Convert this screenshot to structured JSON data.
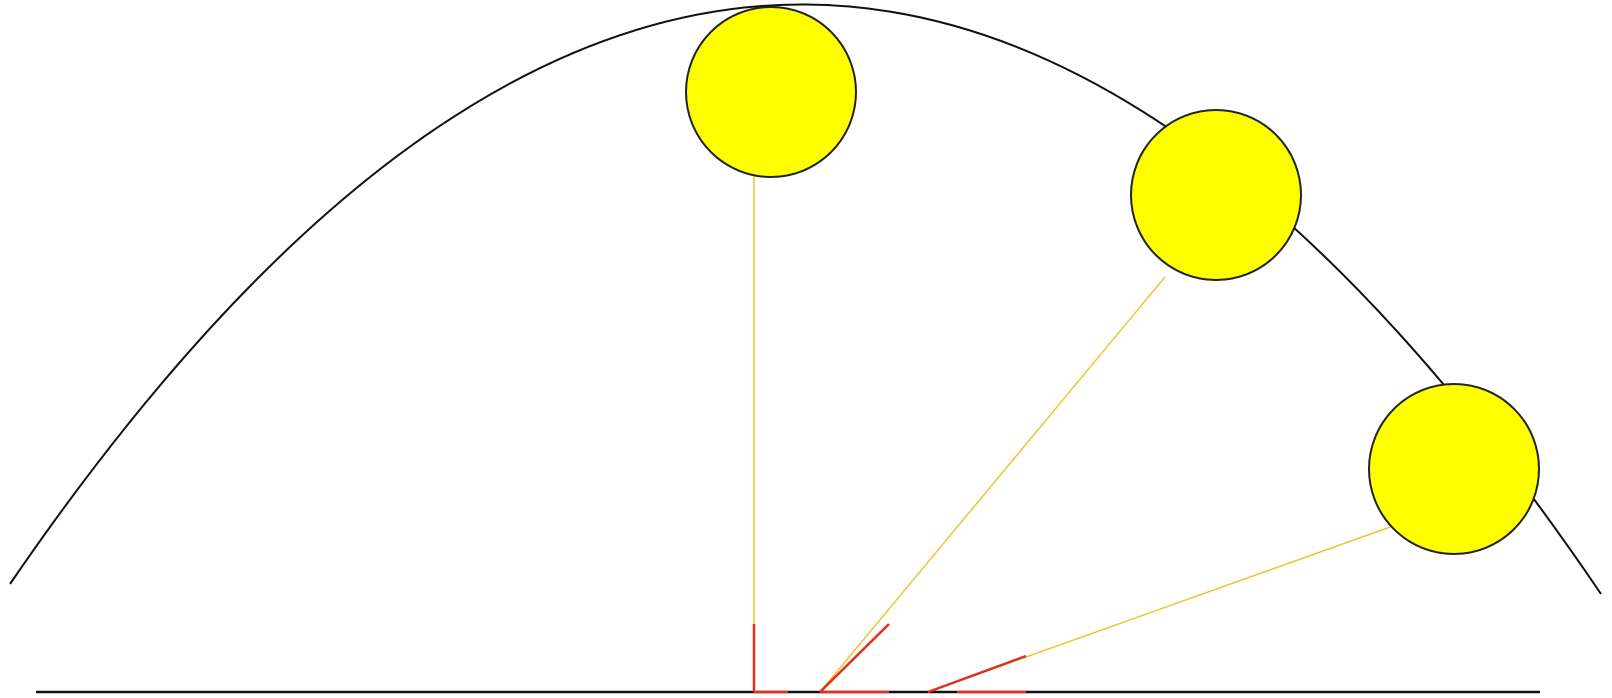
{
  "diagram": {
    "colors": {
      "background": "#ffffff",
      "sky_arc": "#111111",
      "ground": "#111111",
      "sun_fill": "#ffff00",
      "sun_outline": "#222222",
      "ray": "#f2c230",
      "shadow": "#e0301e"
    },
    "suns": [
      {
        "name": "sun-overhead"
      },
      {
        "name": "sun-mid"
      },
      {
        "name": "sun-low"
      }
    ]
  }
}
